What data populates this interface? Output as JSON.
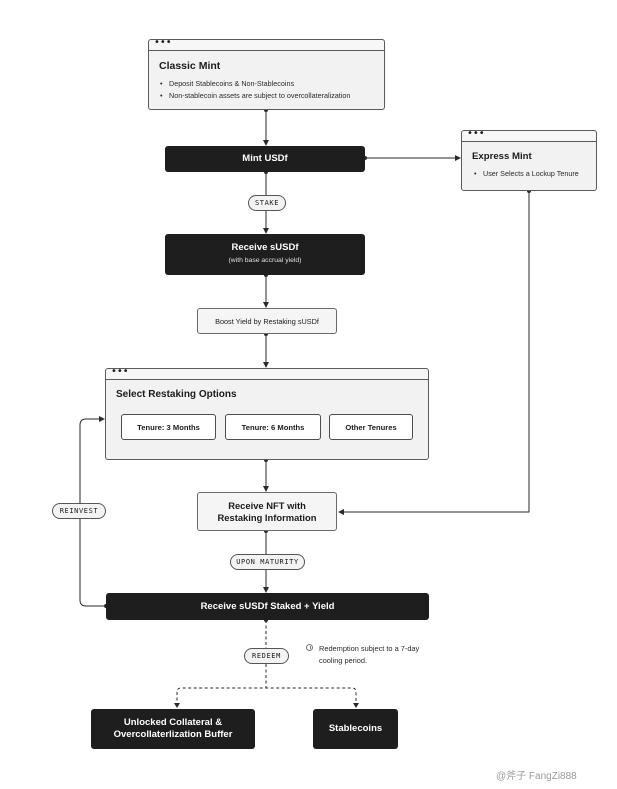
{
  "classic_mint": {
    "title": "Classic Mint",
    "bullets": [
      "Deposit Stablecoins & Non-Stablecoins",
      "Non-stablecoin assets are subject to overcollateralization"
    ]
  },
  "mint_usdf": "Mint USDf",
  "express_mint": {
    "title": "Express Mint",
    "bullets": [
      "User Selects a Lockup Tenure"
    ]
  },
  "stake_label": "STAKE",
  "receive_susdf": {
    "title": "Receive sUSDf",
    "subtitle": "(with base accrual yield)"
  },
  "boost_yield": "Boost Yield by Restaking sUSDf",
  "restaking_options": {
    "title": "Select Restaking Options",
    "options": [
      "Tenure: 3 Months",
      "Tenure: 6 Months",
      "Other Tenures"
    ]
  },
  "receive_nft": {
    "line1": "Receive NFT with",
    "line2": "Restaking Information"
  },
  "reinvest_label": "REINVEST",
  "upon_maturity_label": "UPON MATURITY",
  "receive_staked": "Receive sUSDf Staked + Yield",
  "redeem_label": "REDEEM",
  "redemption_note": "Redemption subject to a 7-day cooling period.",
  "unlocked_collateral": {
    "line1": "Unlocked Collateral &",
    "line2": "Overcollaterlization Buffer"
  },
  "stablecoins": "Stablecoins",
  "watermark": "@斧子 FangZi888",
  "colors": {
    "dark_fill": "#1e1e1e",
    "window_fill": "#f2f2f2",
    "line": "#333333",
    "watermark": "#9a9a9a"
  }
}
